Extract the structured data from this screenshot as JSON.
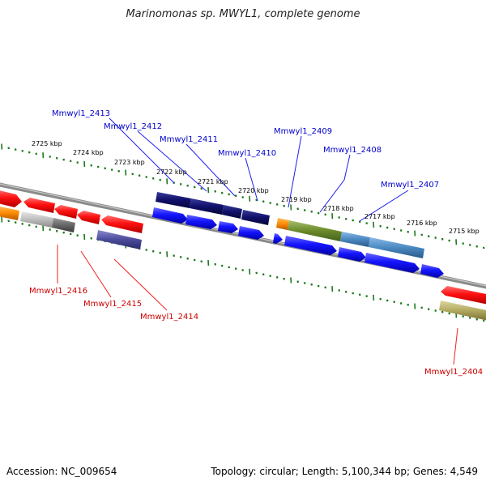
{
  "title": "Marinomonas sp. MWYL1, complete genome",
  "footer": {
    "accession": "Accession: NC_009654",
    "info": "Topology: circular; Length: 5,100,344 bp; Genes: 4,549"
  },
  "colors": {
    "backbone": "#888888",
    "ticks": "#1a7a1a",
    "label_forward": "#0000cc",
    "label_reverse": "#cc0000"
  },
  "scale_ticks": [
    "2725 kbp",
    "2724 kbp",
    "2723 kbp",
    "2722 kbp",
    "2721 kbp",
    "2720 kbp",
    "2719 kbp",
    "2718 kbp",
    "2717 kbp",
    "2716 kbp",
    "2715 kbp"
  ],
  "gene_labels": [
    {
      "text": "Mmwyl1_2413",
      "strand": "top"
    },
    {
      "text": "Mmwyl1_2412",
      "strand": "top"
    },
    {
      "text": "Mmwyl1_2411",
      "strand": "top"
    },
    {
      "text": "Mmwyl1_2410",
      "strand": "top"
    },
    {
      "text": "Mmwyl1_2409",
      "strand": "top"
    },
    {
      "text": "Mmwyl1_2408",
      "strand": "top"
    },
    {
      "text": "Mmwyl1_2407",
      "strand": "top"
    },
    {
      "text": "Mmwyl1_2416",
      "strand": "bottom"
    },
    {
      "text": "Mmwyl1_2415",
      "strand": "bottom"
    },
    {
      "text": "Mmwyl1_2414",
      "strand": "bottom"
    },
    {
      "text": "Mmwyl1_2404",
      "strand": "bottom"
    }
  ]
}
